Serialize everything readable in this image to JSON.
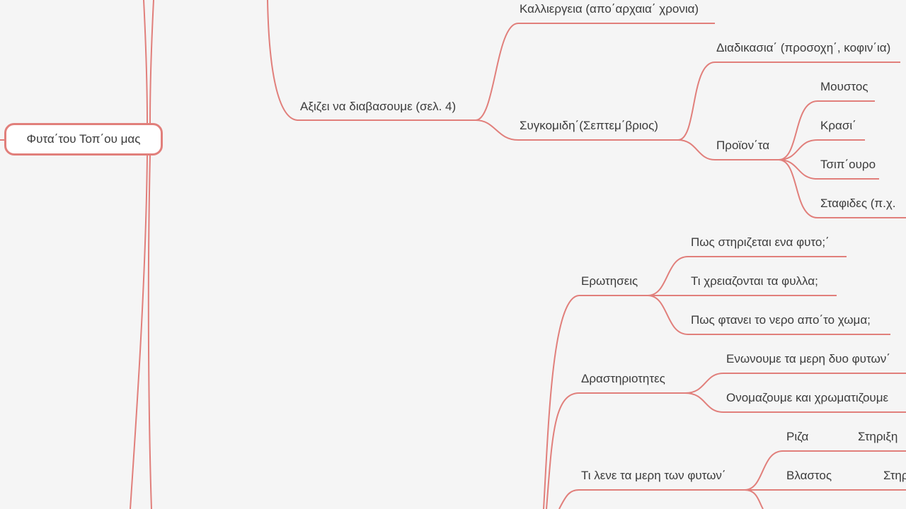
{
  "colors": {
    "line": "#e17f7b",
    "background": "#f5f5f5",
    "text": "#3b3b3b"
  },
  "mindmap": {
    "root": "Φυτα΄του Τοπ΄ου μας",
    "branch_read": "Αξιζει να διαβασουμε (σελ. 4)",
    "cultivation": "Καλλιεργεια (απο΄αρχαια΄ χρονια)",
    "harvest": "Συγκομιδη΄(Σεπτεμ΄βριος)",
    "process": "Διαδικασια΄ (προσοχη΄, κοφιν΄ια)",
    "products": "Προϊον΄τα",
    "product_items": [
      "Μουστος",
      "Κρασι΄",
      "Τσιπ΄ουρο",
      "Σταφιδες (π.χ."
    ],
    "questions": "Ερωτησεις",
    "question_items": [
      "Πως στηριζεται ενα φυτο;΄",
      "Τι χρειαζονται τα φυλλα;",
      "Πως φτανει το νερο απο΄το χωμα;"
    ],
    "activities": "Δραστηριοτητες",
    "activity_items": [
      "Ενωνουμε τα μερη δυο φυτων΄",
      "Ονομαζουμε και χρωματιζουμε"
    ],
    "parts": "Τι λενε τα μερη των φυτων΄",
    "part_items": [
      "Ριζα",
      "Βλαστος"
    ],
    "part_details": [
      "Στηριξη",
      "Στηρ"
    ]
  }
}
